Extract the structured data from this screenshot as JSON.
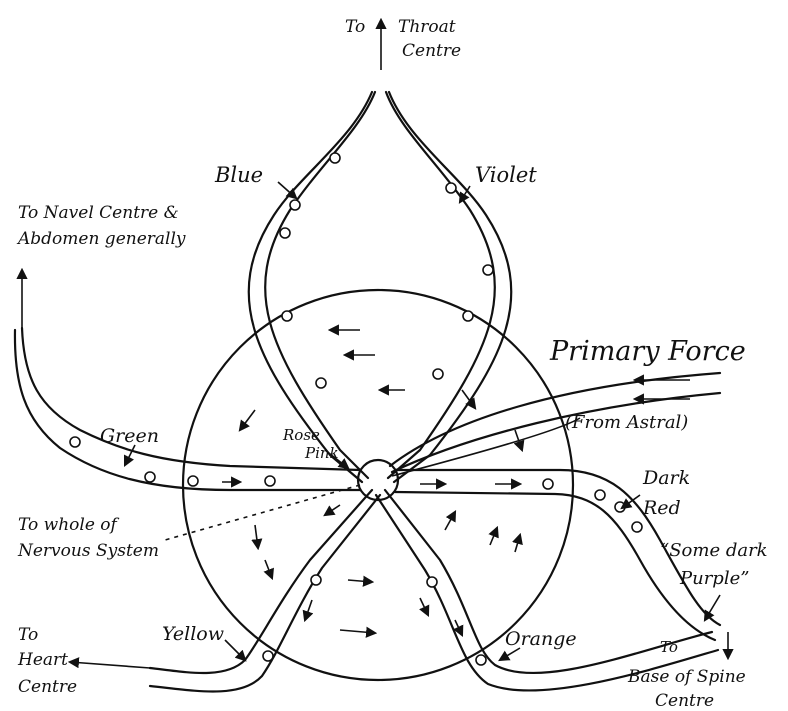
{
  "labels": {
    "to_throat_a": "To",
    "to_throat_b": "Throat",
    "to_throat_c": "Centre",
    "blue": "Blue",
    "violet": "Violet",
    "navel_1": "To Navel Centre &",
    "navel_2": "Abdomen generally",
    "primary_force": "Primary Force",
    "from_astral": "(From Astral)",
    "green": "Green",
    "rose_1": "Rose",
    "rose_2": "Pink",
    "dark_red_1": "Dark",
    "dark_red_2": "Red",
    "purple_1": "“Some dark",
    "purple_2": "Purple”",
    "nervous_1": "To whole of",
    "nervous_2": "Nervous System",
    "heart_1": "To",
    "heart_2": "Heart",
    "heart_3": "Centre",
    "yellow": "Yellow",
    "orange": "Orange",
    "spine_1": "To",
    "spine_2": "Base of Spine",
    "spine_3": "Centre"
  }
}
